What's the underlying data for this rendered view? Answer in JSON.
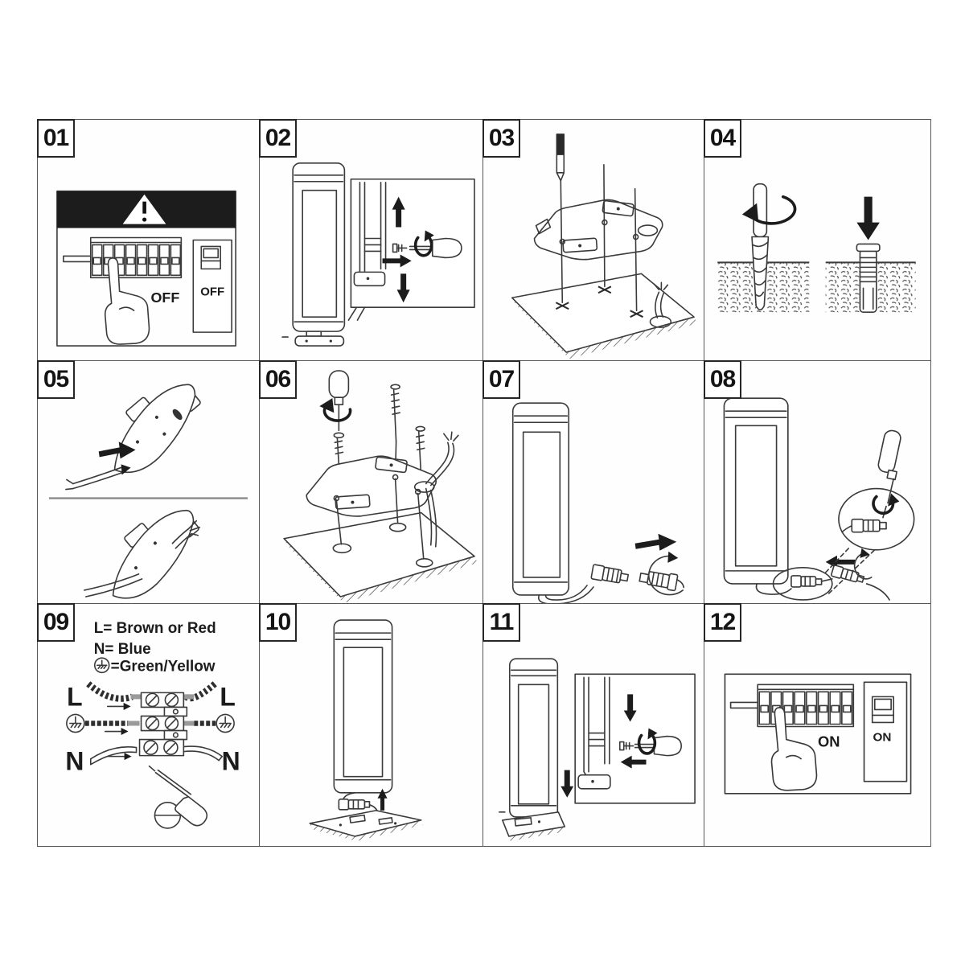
{
  "steps": [
    {
      "number": "01"
    },
    {
      "number": "02"
    },
    {
      "number": "03"
    },
    {
      "number": "04"
    },
    {
      "number": "05"
    },
    {
      "number": "06"
    },
    {
      "number": "07"
    },
    {
      "number": "08"
    },
    {
      "number": "09"
    },
    {
      "number": "10"
    },
    {
      "number": "11"
    },
    {
      "number": "12"
    }
  ],
  "panel01": {
    "breaker_label": "OFF",
    "switch_label": "OFF"
  },
  "panel09": {
    "legend_line1": "L= Brown or Red",
    "legend_line2": "N= Blue",
    "legend_line3": "=Green/Yellow",
    "left_live": "L",
    "right_live": "L",
    "left_neutral": "N",
    "right_neutral": "N"
  },
  "panel12": {
    "breaker_label": "ON",
    "switch_label": "ON"
  },
  "colors": {
    "ink": "#3a3a3a",
    "arrow_fill": "#1c1c1c",
    "banner": "#1c1c1c",
    "grid_line": "#585858"
  },
  "icons": {
    "warning-icon": "⚠",
    "earth-icon": "⏚",
    "up-arrow-icon": "↑",
    "down-arrow-icon": "↓",
    "left-arrow-icon": "←",
    "right-arrow-icon": "→",
    "rotate-icon": "↻"
  }
}
